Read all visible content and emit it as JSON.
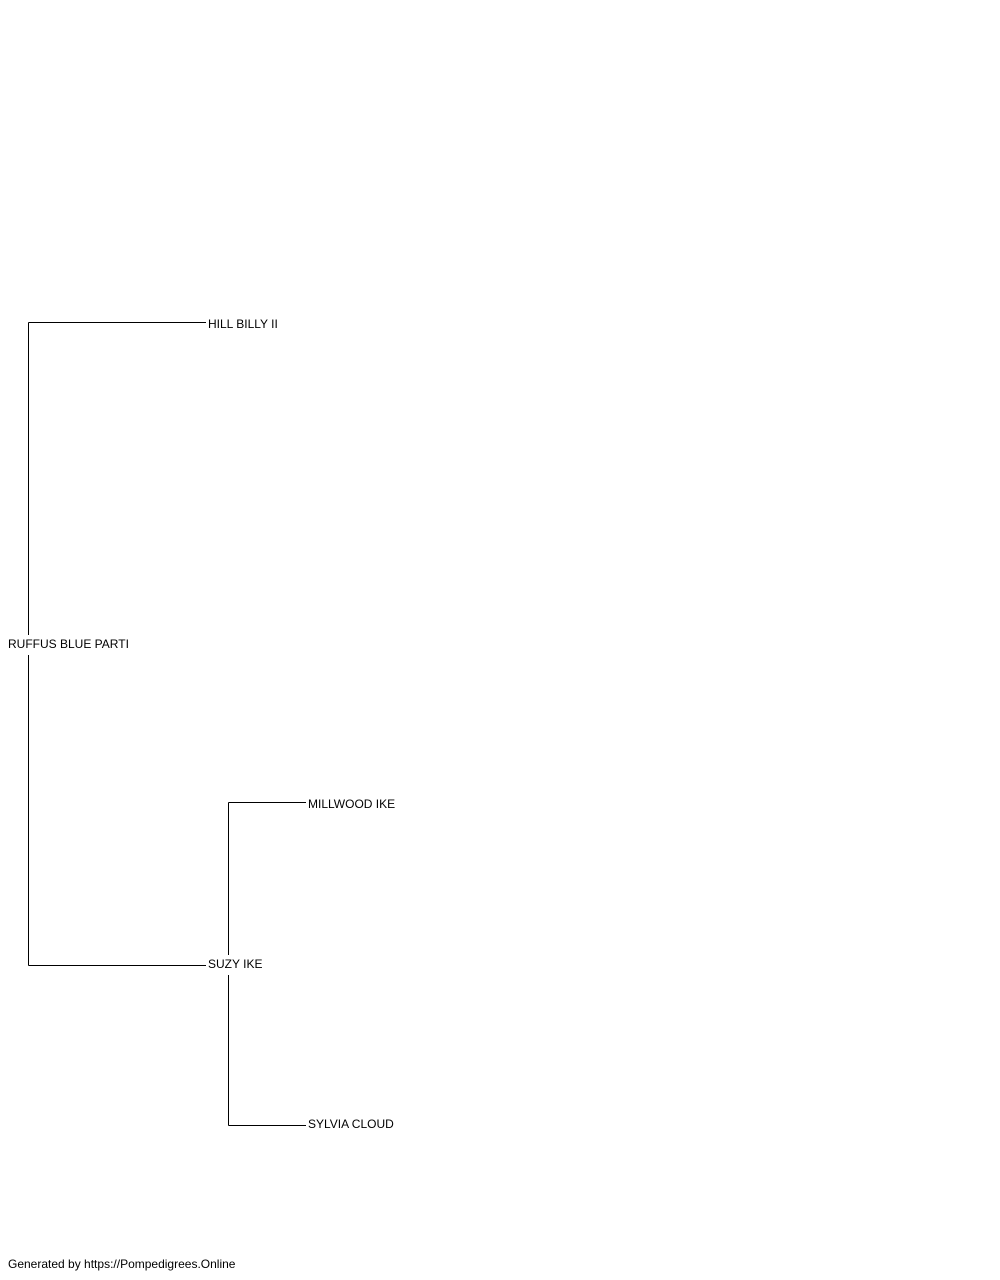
{
  "pedigree": {
    "subject": "RUFFUS BLUE PARTI",
    "sire": "HILL BILLY II",
    "dam": "SUZY IKE",
    "dam_sire": "MILLWOOD IKE",
    "dam_dam": "SYLVIA CLOUD"
  },
  "colors": {
    "line": "#000000",
    "text": "#000000",
    "background": "#ffffff"
  },
  "footer": {
    "text": "Generated by https://Pompedigrees.Online"
  }
}
